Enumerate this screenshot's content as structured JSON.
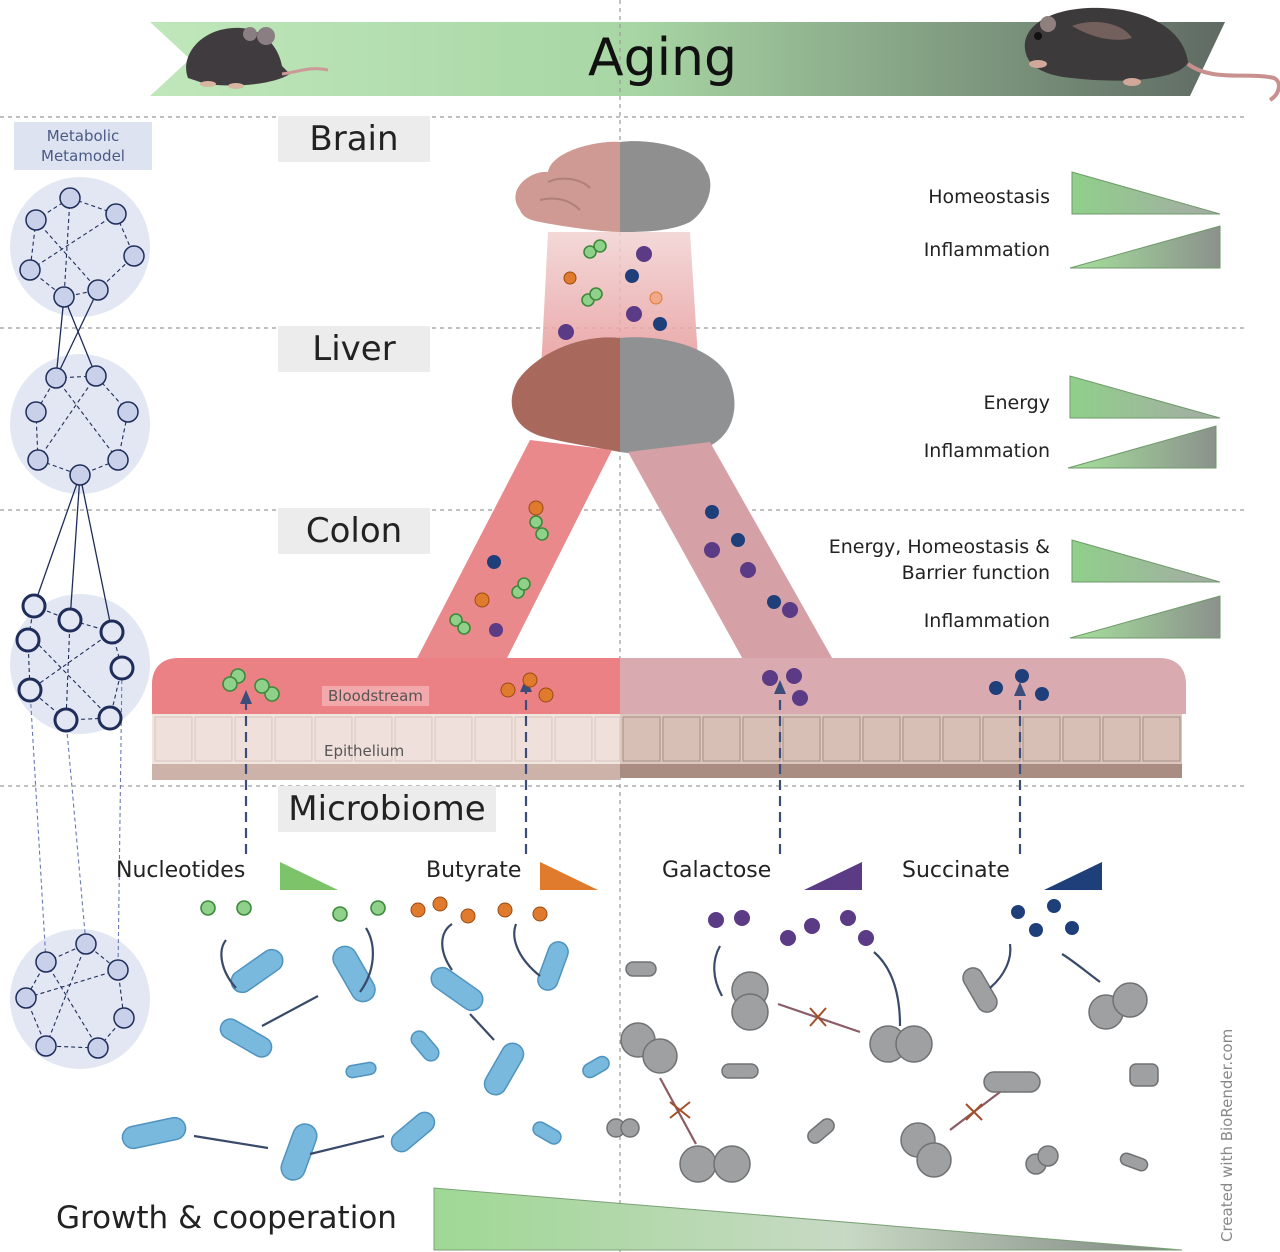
{
  "header": {
    "title": "Aging"
  },
  "metabolic_model": {
    "label_line1": "Metabolic",
    "label_line2": "Metamodel"
  },
  "organs": [
    {
      "key": "brain",
      "label": "Brain"
    },
    {
      "key": "liver",
      "label": "Liver"
    },
    {
      "key": "colon",
      "label": "Colon"
    },
    {
      "key": "microbiome",
      "label": "Microbiome"
    }
  ],
  "indicators": {
    "brain": [
      {
        "label": "Homeostasis",
        "trend": "decreasing"
      },
      {
        "label": "Inflammation",
        "trend": "increasing"
      }
    ],
    "liver": [
      {
        "label": "Energy",
        "trend": "decreasing"
      },
      {
        "label": "Inflammation",
        "trend": "increasing"
      }
    ],
    "colon": [
      {
        "label_line1": "Energy, Homeostasis &",
        "label_line2": "Barrier function",
        "trend": "decreasing"
      },
      {
        "label": "Inflammation",
        "trend": "increasing"
      }
    ]
  },
  "tissue_labels": {
    "bloodstream": "Bloodstream",
    "epithelium": "Epithelium"
  },
  "metabolites": [
    {
      "label": "Nucleotides",
      "trend": "decreasing",
      "color": "#7cc36a"
    },
    {
      "label": "Butyrate",
      "trend": "decreasing",
      "color": "#e07b2e"
    },
    {
      "label": "Galactose",
      "trend": "increasing",
      "color": "#5b3a86"
    },
    {
      "label": "Succinate",
      "trend": "increasing",
      "color": "#1f3f7a"
    }
  ],
  "footer": {
    "growth_label": "Growth & cooperation",
    "credit": "Created with BioRender.com"
  },
  "colors": {
    "young_green": "#8fd08a",
    "old_gray": "#7d837e",
    "blood_young": "#e8777a",
    "blood_old": "#d7a7ab",
    "network": "#1f2d5a"
  }
}
